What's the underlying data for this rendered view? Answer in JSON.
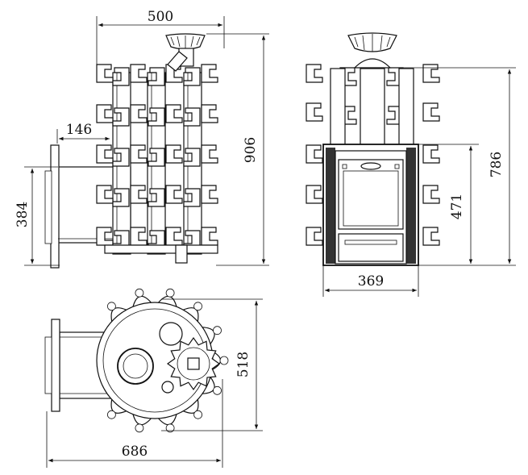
{
  "dimensions": {
    "side_width": "500",
    "side_height": "906",
    "side_offset": "146",
    "side_door_height": "384",
    "front_height": "786",
    "front_door_height": "471",
    "front_door_width": "369",
    "top_depth": "518",
    "top_length": "686"
  },
  "colors": {
    "line": "#111111",
    "background": "#ffffff"
  }
}
